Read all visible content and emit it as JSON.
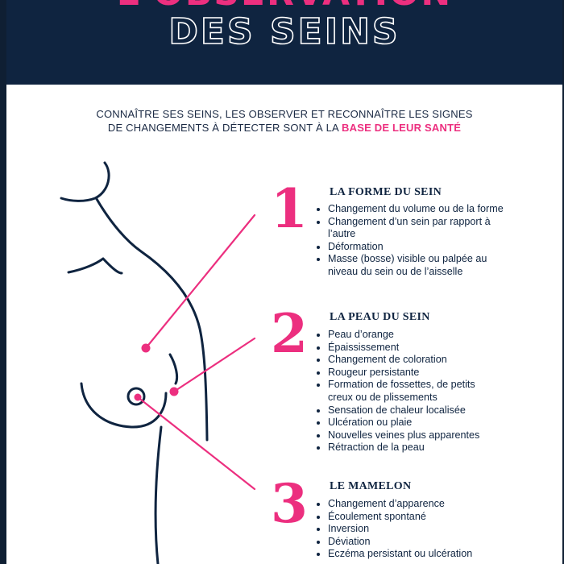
{
  "header": {
    "title_line1": "L'OBSERVATION",
    "title_line2": "DES SEINS"
  },
  "intro": {
    "line1": "CONNAÎTRE SES SEINS, LES OBSERVER ET RECONNAÎTRE LES SIGNES",
    "line2_prefix": "DE CHANGEMENTS À DÉTECTER SONT À LA ",
    "line2_highlight": "BASE DE LEUR SANTÉ"
  },
  "sections": [
    {
      "number": "1",
      "title": "LA FORME DU SEIN",
      "items": [
        "Changement du volume ou de la forme",
        "Changement d’un sein par rapport à l’autre",
        "Déformation",
        "Masse (bosse) visible ou palpée au niveau du sein ou de l’aisselle"
      ]
    },
    {
      "number": "2",
      "title": "LA PEAU DU SEIN",
      "items": [
        "Peau d’orange",
        "Épaississement",
        "Changement de coloration",
        "Rougeur persistante",
        "Formation de fossettes, de petits creux ou de plissements",
        "Sensation de chaleur localisée",
        "Ulcération ou plaie",
        "Nouvelles veines plus apparentes",
        "Rétraction de la peau"
      ]
    },
    {
      "number": "3",
      "title": "LE MAMELON",
      "items": [
        "Changement d’apparence",
        "Écoulement spontané",
        "Inversion",
        "Déviation",
        "Eczéma persistant ou ulcération"
      ]
    }
  ],
  "colors": {
    "navy": "#0f2440",
    "pink": "#ec2f7f",
    "background": "#ffffff"
  }
}
